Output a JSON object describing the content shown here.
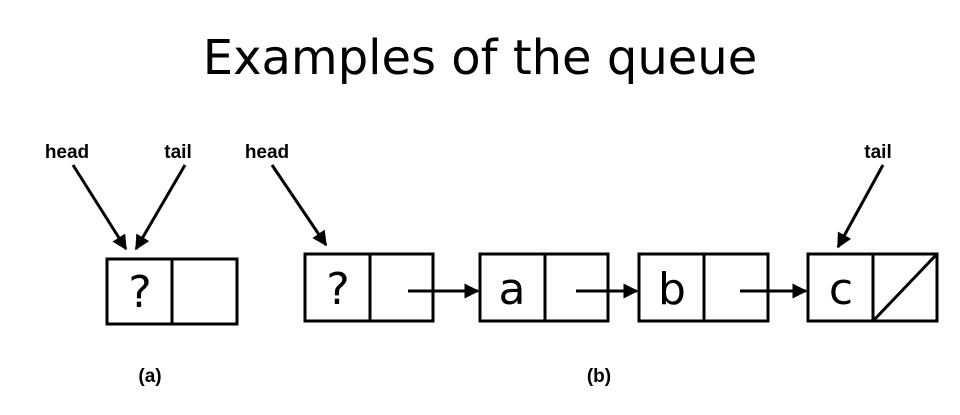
{
  "title": "Examples of the queue",
  "diagram_a": {
    "label": "(a)",
    "head_label": "head",
    "tail_label": "tail",
    "nodes": [
      {
        "value": "?",
        "next": "empty"
      }
    ]
  },
  "diagram_b": {
    "label": "(b)",
    "head_label": "head",
    "tail_label": "tail",
    "nodes": [
      {
        "value": "?",
        "next": "arrow"
      },
      {
        "value": "a",
        "next": "arrow"
      },
      {
        "value": "b",
        "next": "arrow"
      },
      {
        "value": "c",
        "next": "null"
      }
    ]
  }
}
